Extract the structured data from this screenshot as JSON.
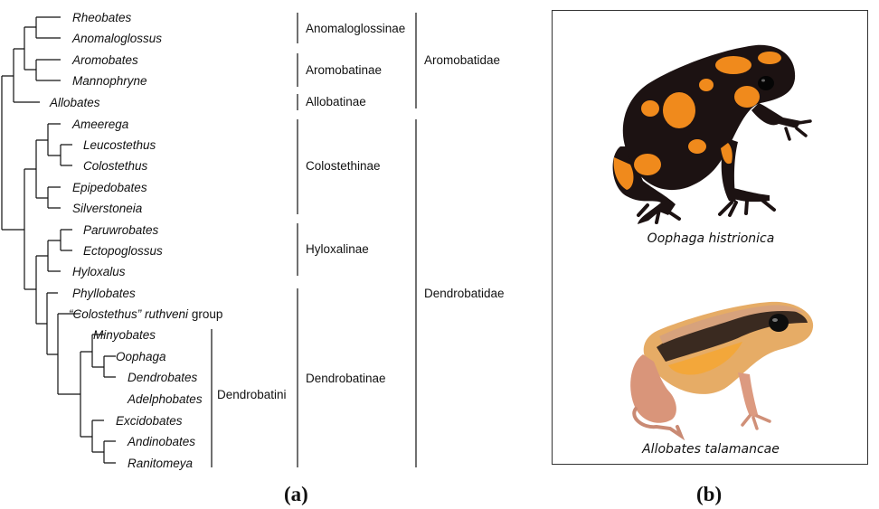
{
  "tree": {
    "taxa": [
      "Rheobates",
      "Anomaloglossus",
      "Aromobates",
      "Mannophryne",
      "Allobates",
      "Ameerega",
      "Leucostethus",
      "Colostethus",
      "Epipedobates",
      "Silverstoneia",
      "Paruwrobates",
      "Ectopoglossus",
      "Hyloxalus",
      "Phyllobates",
      "“Colostethus” ruthveni group",
      "Minyobates",
      "Oophaga",
      "Dendrobates",
      "Adelphobates",
      "Excidobates",
      "Andinobates",
      "Ranitomeya"
    ],
    "ruthveni_italic": "“Colostethus” ruthveni",
    "ruthveni_plain": " group",
    "subfamilies": [
      "Anomaloglossinae",
      "Aromobatinae",
      "Allobatinae",
      "Colostethinae",
      "Hyloxalinae",
      "Dendrobatinae"
    ],
    "tribe": "Dendrobatini",
    "families": [
      "Aromobatidae",
      "Dendrobatidae"
    ]
  },
  "photos": {
    "top_caption": "Oophaga histrionica",
    "bottom_caption": "Allobates talamancae"
  },
  "panel_labels": {
    "a": "(a)",
    "b": "(b)"
  }
}
